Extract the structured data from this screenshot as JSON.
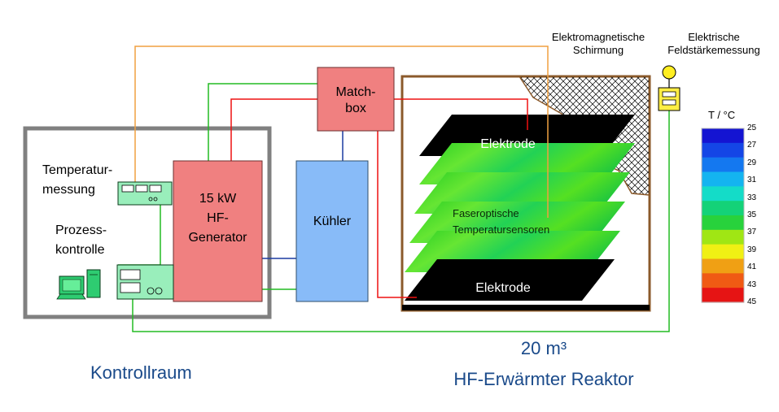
{
  "labels": {
    "shielding": "Elektromagnetische\nSchirmung",
    "field_measurement": "Elektrische\nFeldstärkemessung",
    "matchbox": "Match-\nbox",
    "generator": "15 kW\nHF-\nGenerator",
    "cooler": "Kühler",
    "temperature_measurement": "Temperatur-\nmessung",
    "process_control": "Prozess-\nkontrolle",
    "electrode_top": "Elektrode",
    "electrode_bottom": "Elektrode",
    "fiber_sensors": "Faseroptische\nTemperatursensoren",
    "control_room": "Kontrollraum",
    "reactor_volume": "20 m³",
    "reactor": "HF-Erwärmter Reaktor"
  },
  "legend": {
    "title": "T / °C",
    "ticks": [
      "25",
      "27",
      "29",
      "31",
      "33",
      "35",
      "37",
      "39",
      "41",
      "43",
      "45"
    ],
    "colors": [
      "#1414d2",
      "#1446e6",
      "#1478f0",
      "#14b4f0",
      "#14dcc8",
      "#14d278",
      "#28d23c",
      "#a0e614",
      "#f0f014",
      "#f0a014",
      "#f05a14",
      "#e61414"
    ]
  },
  "colors": {
    "generator": "#f08080",
    "cooler": "#88bbf8",
    "green_line": "#22bb22",
    "red_line": "#ee1111",
    "orange_line": "#f0a040",
    "blue_line": "#1a3aa0",
    "room_border": "#808080",
    "reactor_border": "#8b5a2b",
    "device": "#99eebb"
  }
}
